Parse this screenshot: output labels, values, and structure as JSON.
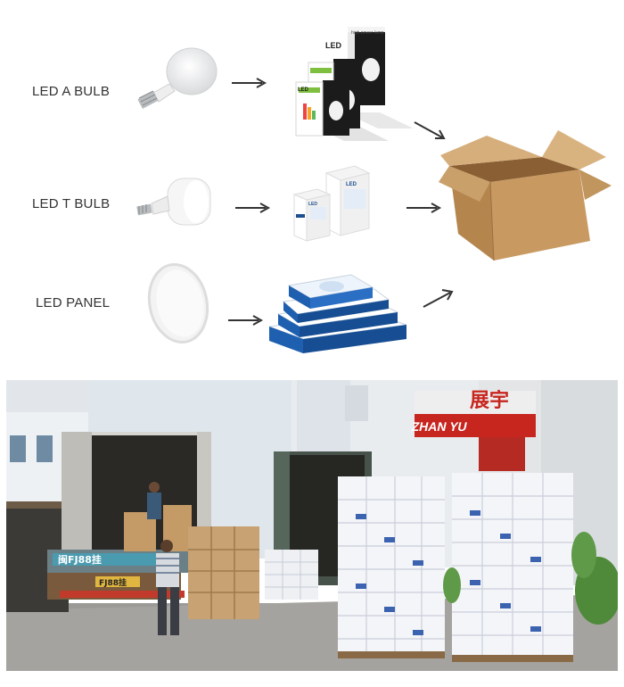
{
  "products": [
    {
      "label": "LED A BULB",
      "box_brand": "LED",
      "box_subtitle": "high power lamp"
    },
    {
      "label": "LED T BULB",
      "box_brand": "LED"
    },
    {
      "label": "LED PANEL"
    }
  ],
  "photo": {
    "sign_latin": "ZHAN YU",
    "sign_chinese": "展宇",
    "truck_plate": "闽FJ88挂",
    "rear_plate": "FJ88挂"
  },
  "colors": {
    "label_text": "#333333",
    "arrow": "#333333",
    "carton": "#c89a62",
    "panel_box": "#1e5fb0",
    "sign_red": "#c7261f"
  }
}
